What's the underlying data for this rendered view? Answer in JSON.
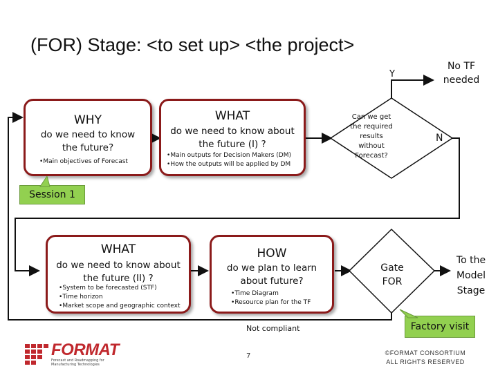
{
  "title": "(FOR)  Stage: <to set up> <the project>",
  "box_why": {
    "heading": "WHY",
    "subtitle": "do we need to know the future?",
    "bullets": [
      "Main objectives of Forecast"
    ]
  },
  "box_what1": {
    "heading": "WHAT",
    "subtitle": "do we need to know about the future (I) ?",
    "bullets": [
      "Main outputs for Decision Makers (DM)",
      "How the outputs will be applied by DM"
    ]
  },
  "decision": {
    "text": "Can we get the required results without Forecast?",
    "yes": "Y",
    "no": "N"
  },
  "no_tf": "No TF needed",
  "session": "Session 1",
  "box_what2": {
    "heading": "WHAT",
    "subtitle": "do we need to know about the future (II) ?",
    "bullets": [
      "System to be forecasted (STF)",
      "Time horizon",
      "Market scope and geographic context"
    ]
  },
  "box_how": {
    "heading": "HOW",
    "subtitle": "do we plan to learn about future?",
    "bullets": [
      "Time Diagram",
      "Resource plan for the TF"
    ]
  },
  "gate": "Gate FOR",
  "to_model": "To the Model Stage",
  "not_compliant": "Not compliant",
  "factory_visit": "Factory visit",
  "page_number": "7",
  "logo": {
    "name": "FORMAT",
    "tagline": "Forecast and Roadmapping for Manufacturing Technologies"
  },
  "copyright": "©FORMAT CONSORTIUM ALL RIGHTS RESERVED",
  "colors": {
    "box_border": "#8b1a1a",
    "callout_fill": "#92d050",
    "callout_border": "#6a9a3a",
    "logo_red": "#c0282d"
  }
}
